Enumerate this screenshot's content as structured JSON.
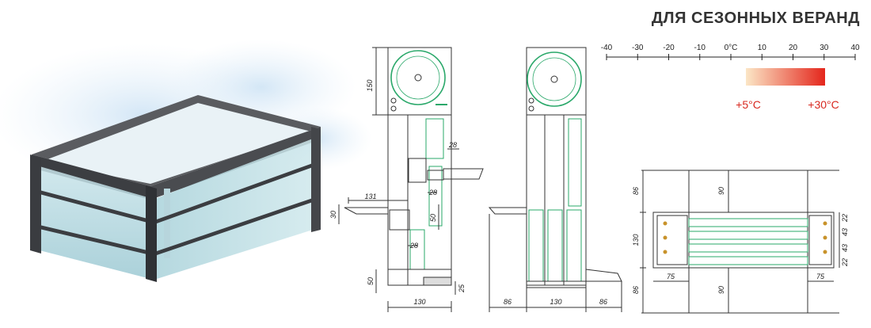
{
  "title": "ДЛЯ СЕЗОННЫХ ВЕРАНД",
  "scale": {
    "ticks": [
      "-40",
      "-30",
      "-20",
      "-10",
      "0°C",
      "10",
      "20",
      "30",
      "40"
    ],
    "range_start_label": "+5°C",
    "range_end_label": "+30°C",
    "gradient_from": "#fbe6c6",
    "gradient_to": "#e4261c"
  },
  "left_drawing": {
    "dims": {
      "box_height": "150",
      "gap_upper": "28",
      "shelf_width": "131",
      "gap_middle": "28",
      "shelf_height": "30",
      "inner_height": "50",
      "gap_lower": "28",
      "bottom_height": "50",
      "foot_height": "25",
      "base_width": "130"
    }
  },
  "middle_drawing": {
    "dims": {
      "left": "86",
      "center": "130",
      "right": "86"
    }
  },
  "plan_drawing": {
    "dims": {
      "top_height": "86",
      "top_inner": "90",
      "mid_height": "130",
      "bottom_height": "86",
      "bottom_inner": "90",
      "left_width": "75",
      "right_width": "75",
      "right_col": [
        "22",
        "43",
        "43",
        "22"
      ]
    }
  }
}
